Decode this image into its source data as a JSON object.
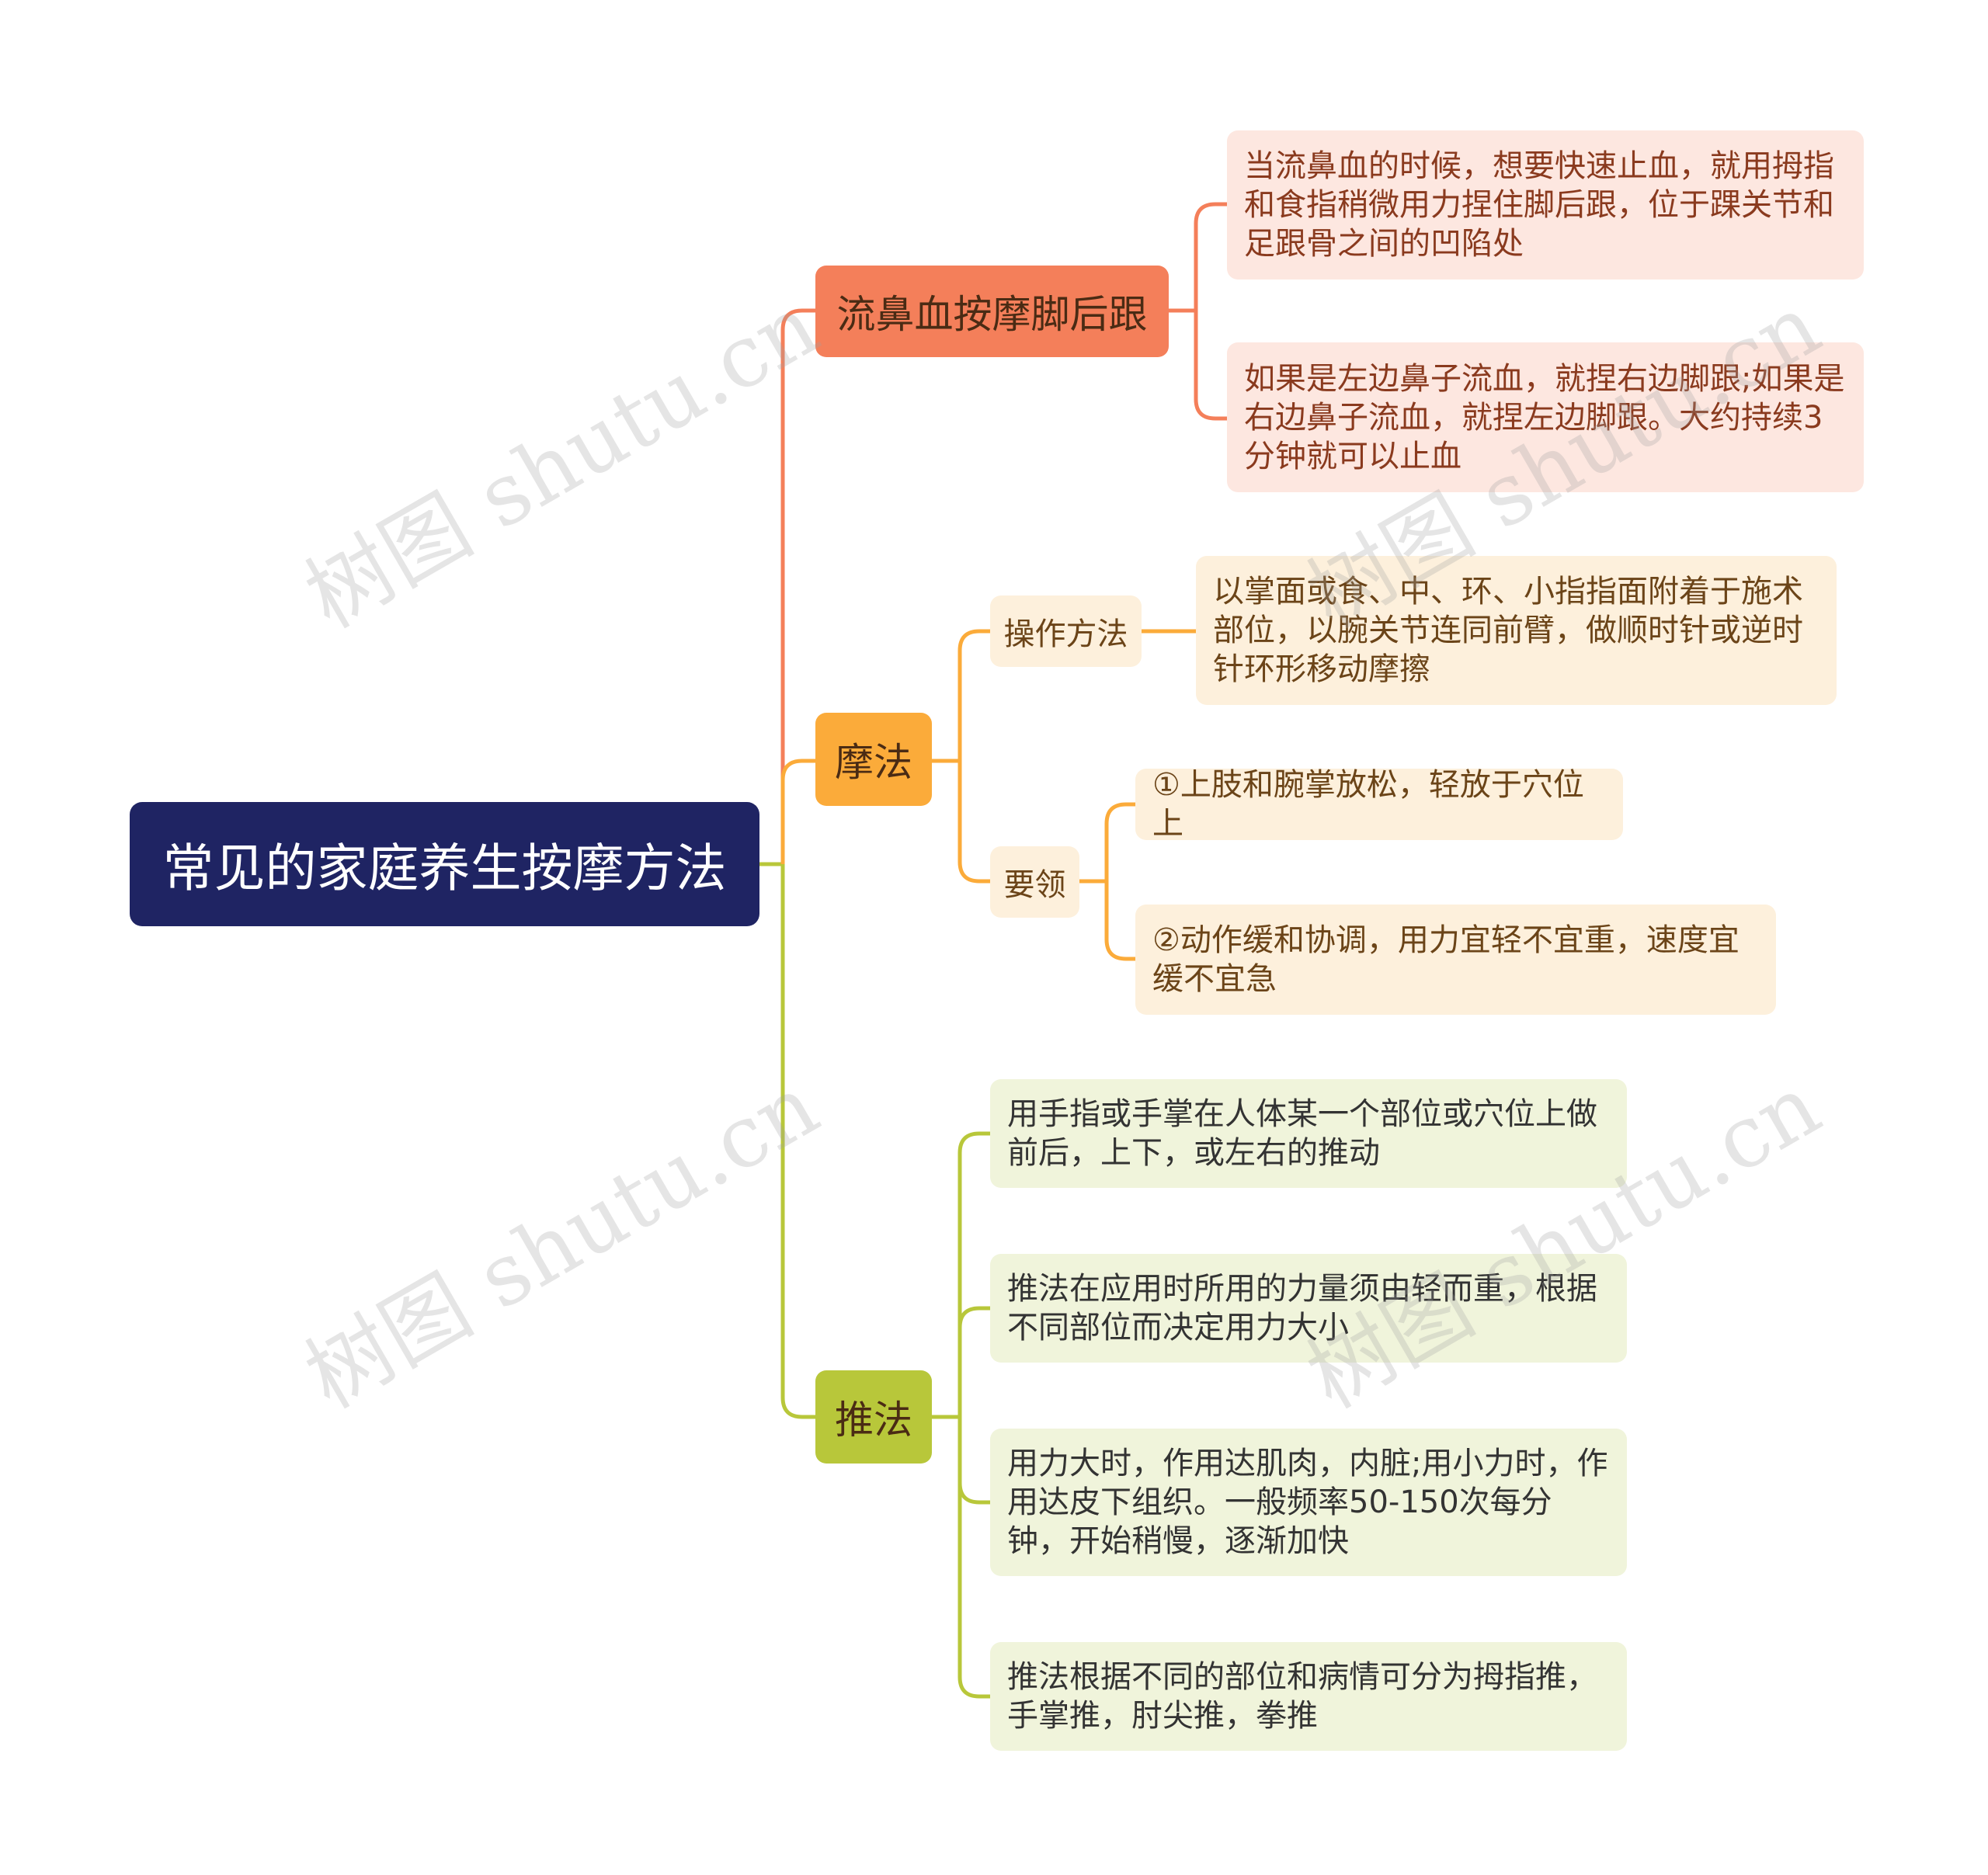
{
  "root": {
    "label": "常见的家庭养生按摩方法"
  },
  "branches": [
    {
      "label": "流鼻血按摩脚后跟",
      "color": "#f47f5a",
      "leaves": [
        "当流鼻血的时候，想要快速止血，就用拇指和食指稍微用力捏住脚后跟，位于踝关节和足跟骨之间的凹陷处",
        "如果是左边鼻子流血，就捏右边脚跟;如果是右边鼻子流血，就捏左边脚跟。大约持续3分钟就可以止血"
      ]
    },
    {
      "label": "摩法",
      "color": "#fbab3a",
      "subs": [
        {
          "label": "操作方法",
          "leaves": [
            "以掌面或食、中、环、小指指面附着于施术部位，以腕关节连同前臂，做顺时针或逆时针环形移动摩擦"
          ]
        },
        {
          "label": "要领",
          "leaves": [
            "①上肢和腕掌放松，轻放于穴位上",
            "②动作缓和协调，用力宜轻不宜重，速度宜缓不宜急"
          ]
        }
      ]
    },
    {
      "label": "推法",
      "color": "#b8c73a",
      "leaves": [
        "用手指或手掌在人体某一个部位或穴位上做前后，上下，或左右的推动",
        "推法在应用时所用的力量须由轻而重，根据不同部位而决定用力大小",
        "用力大时，作用达肌肉，内脏;用小力时，作用达皮下组织。一般频率50-150次每分钟，开始稍慢，逐渐加快",
        "推法根据不同的部位和病情可分为拇指推，手掌推，肘尖推，拳推"
      ]
    }
  ],
  "watermark": "树图 shutu.cn"
}
